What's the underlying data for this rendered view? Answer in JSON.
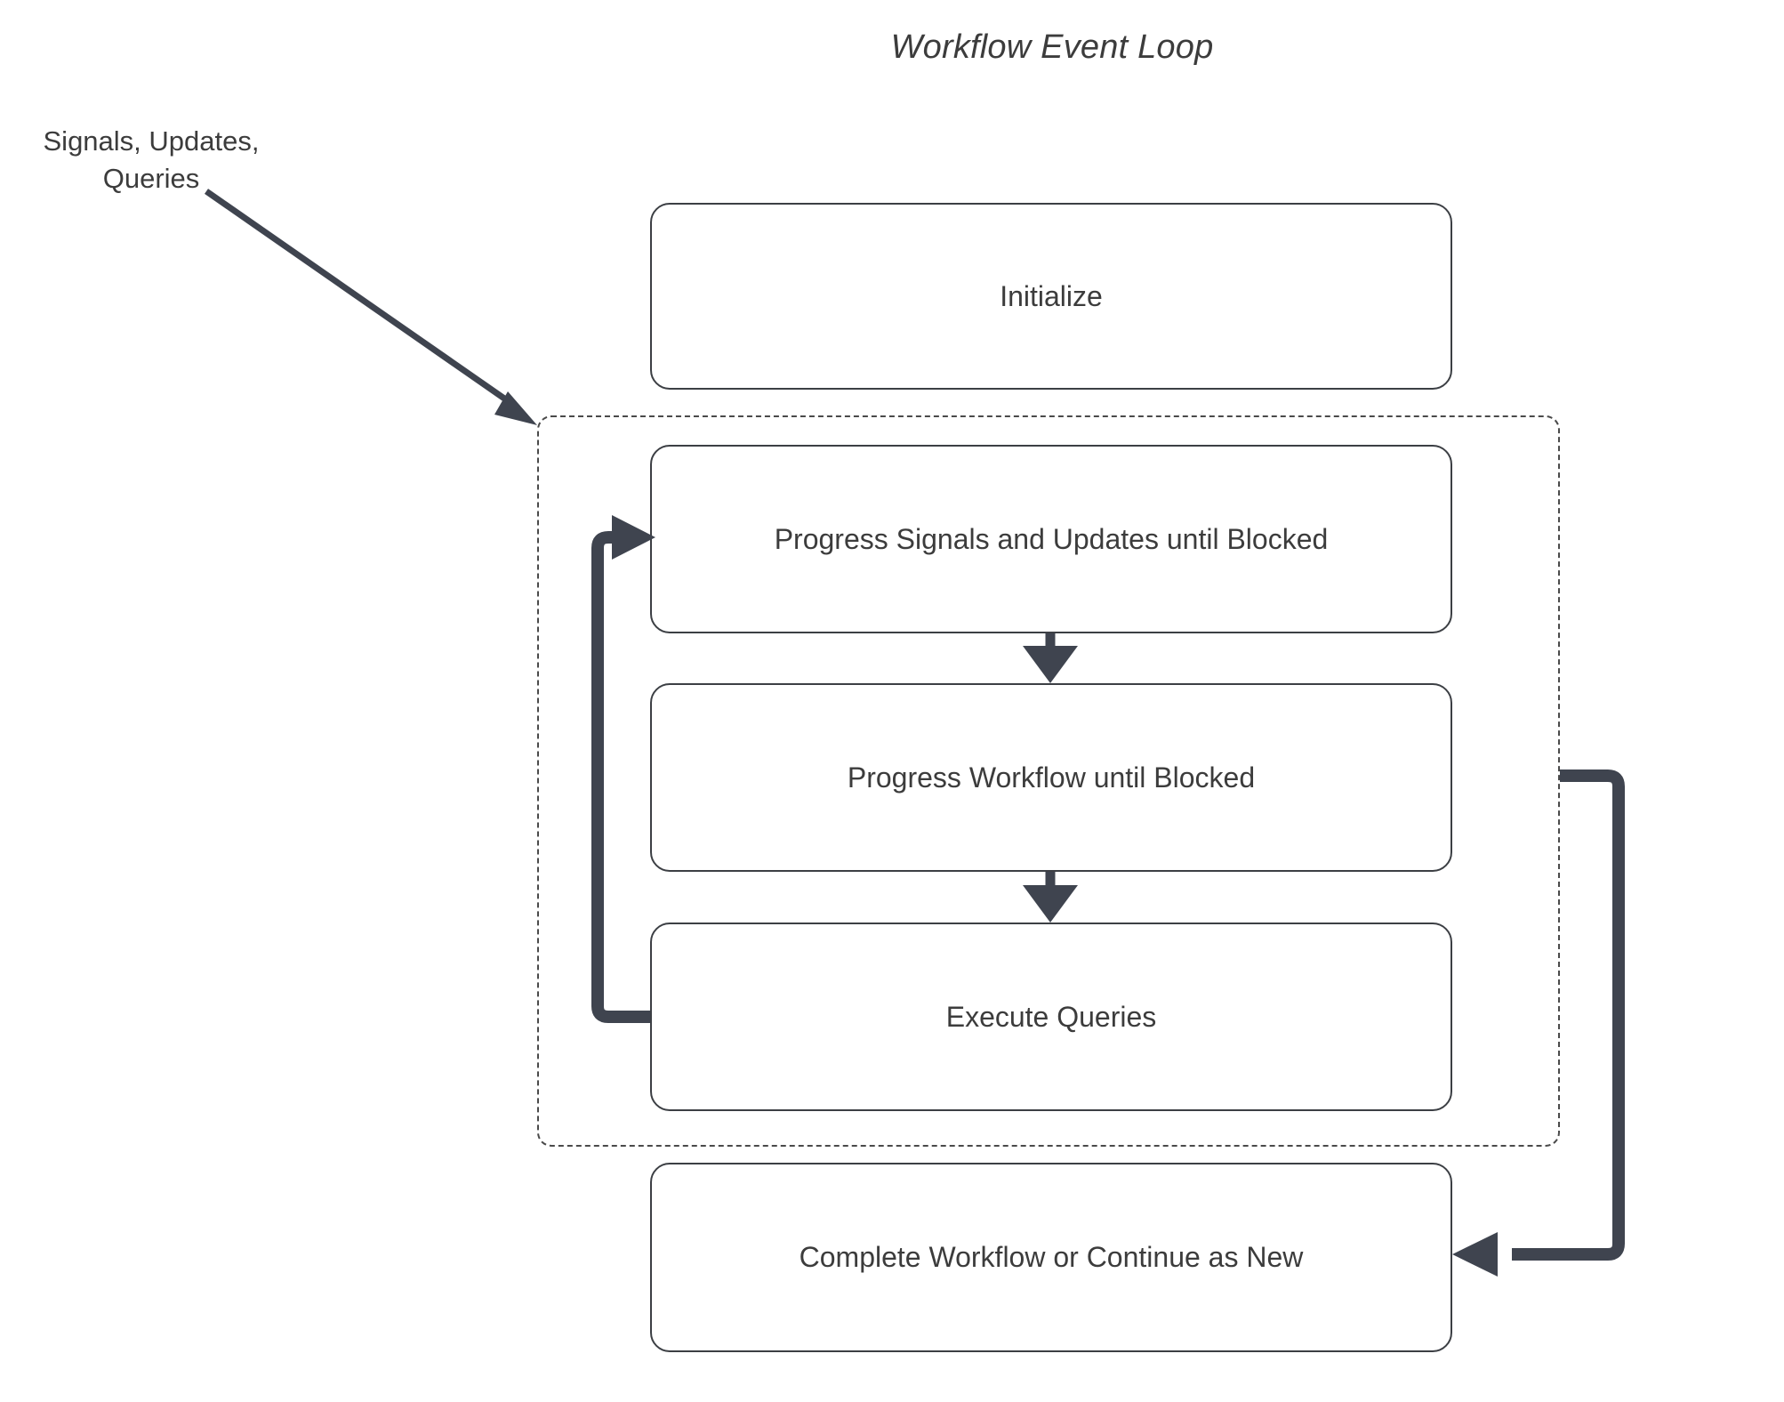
{
  "diagram": {
    "title": "Workflow Event Loop",
    "type": "flowchart",
    "external_label": {
      "line1": "Signals, Updates,",
      "line2": "Queries"
    },
    "nodes": [
      {
        "id": "initialize",
        "label": "Initialize"
      },
      {
        "id": "progress-signals",
        "label": "Progress Signals and Updates until Blocked"
      },
      {
        "id": "progress-workflow",
        "label": "Progress Workflow until Blocked"
      },
      {
        "id": "execute-queries",
        "label": "Execute Queries"
      },
      {
        "id": "complete-workflow",
        "label": "Complete Workflow or Continue as New"
      }
    ],
    "loop_container": {
      "id": "event-loop-region",
      "style": "dashed"
    },
    "edges": [
      {
        "from": "external-signals",
        "to": "event-loop-region",
        "style": "thin-diagonal"
      },
      {
        "from": "progress-signals",
        "to": "progress-workflow",
        "style": "short-down"
      },
      {
        "from": "progress-workflow",
        "to": "execute-queries",
        "style": "short-down"
      },
      {
        "from": "execute-queries",
        "to": "progress-signals",
        "style": "loop-left"
      },
      {
        "from": "event-loop-region",
        "to": "complete-workflow",
        "style": "loop-right"
      }
    ],
    "colors": {
      "stroke": "#3c3f44",
      "arrow": "#3f444f",
      "dashed": "#4a4a4a",
      "text": "#3c3c3c",
      "background": "#ffffff"
    }
  }
}
